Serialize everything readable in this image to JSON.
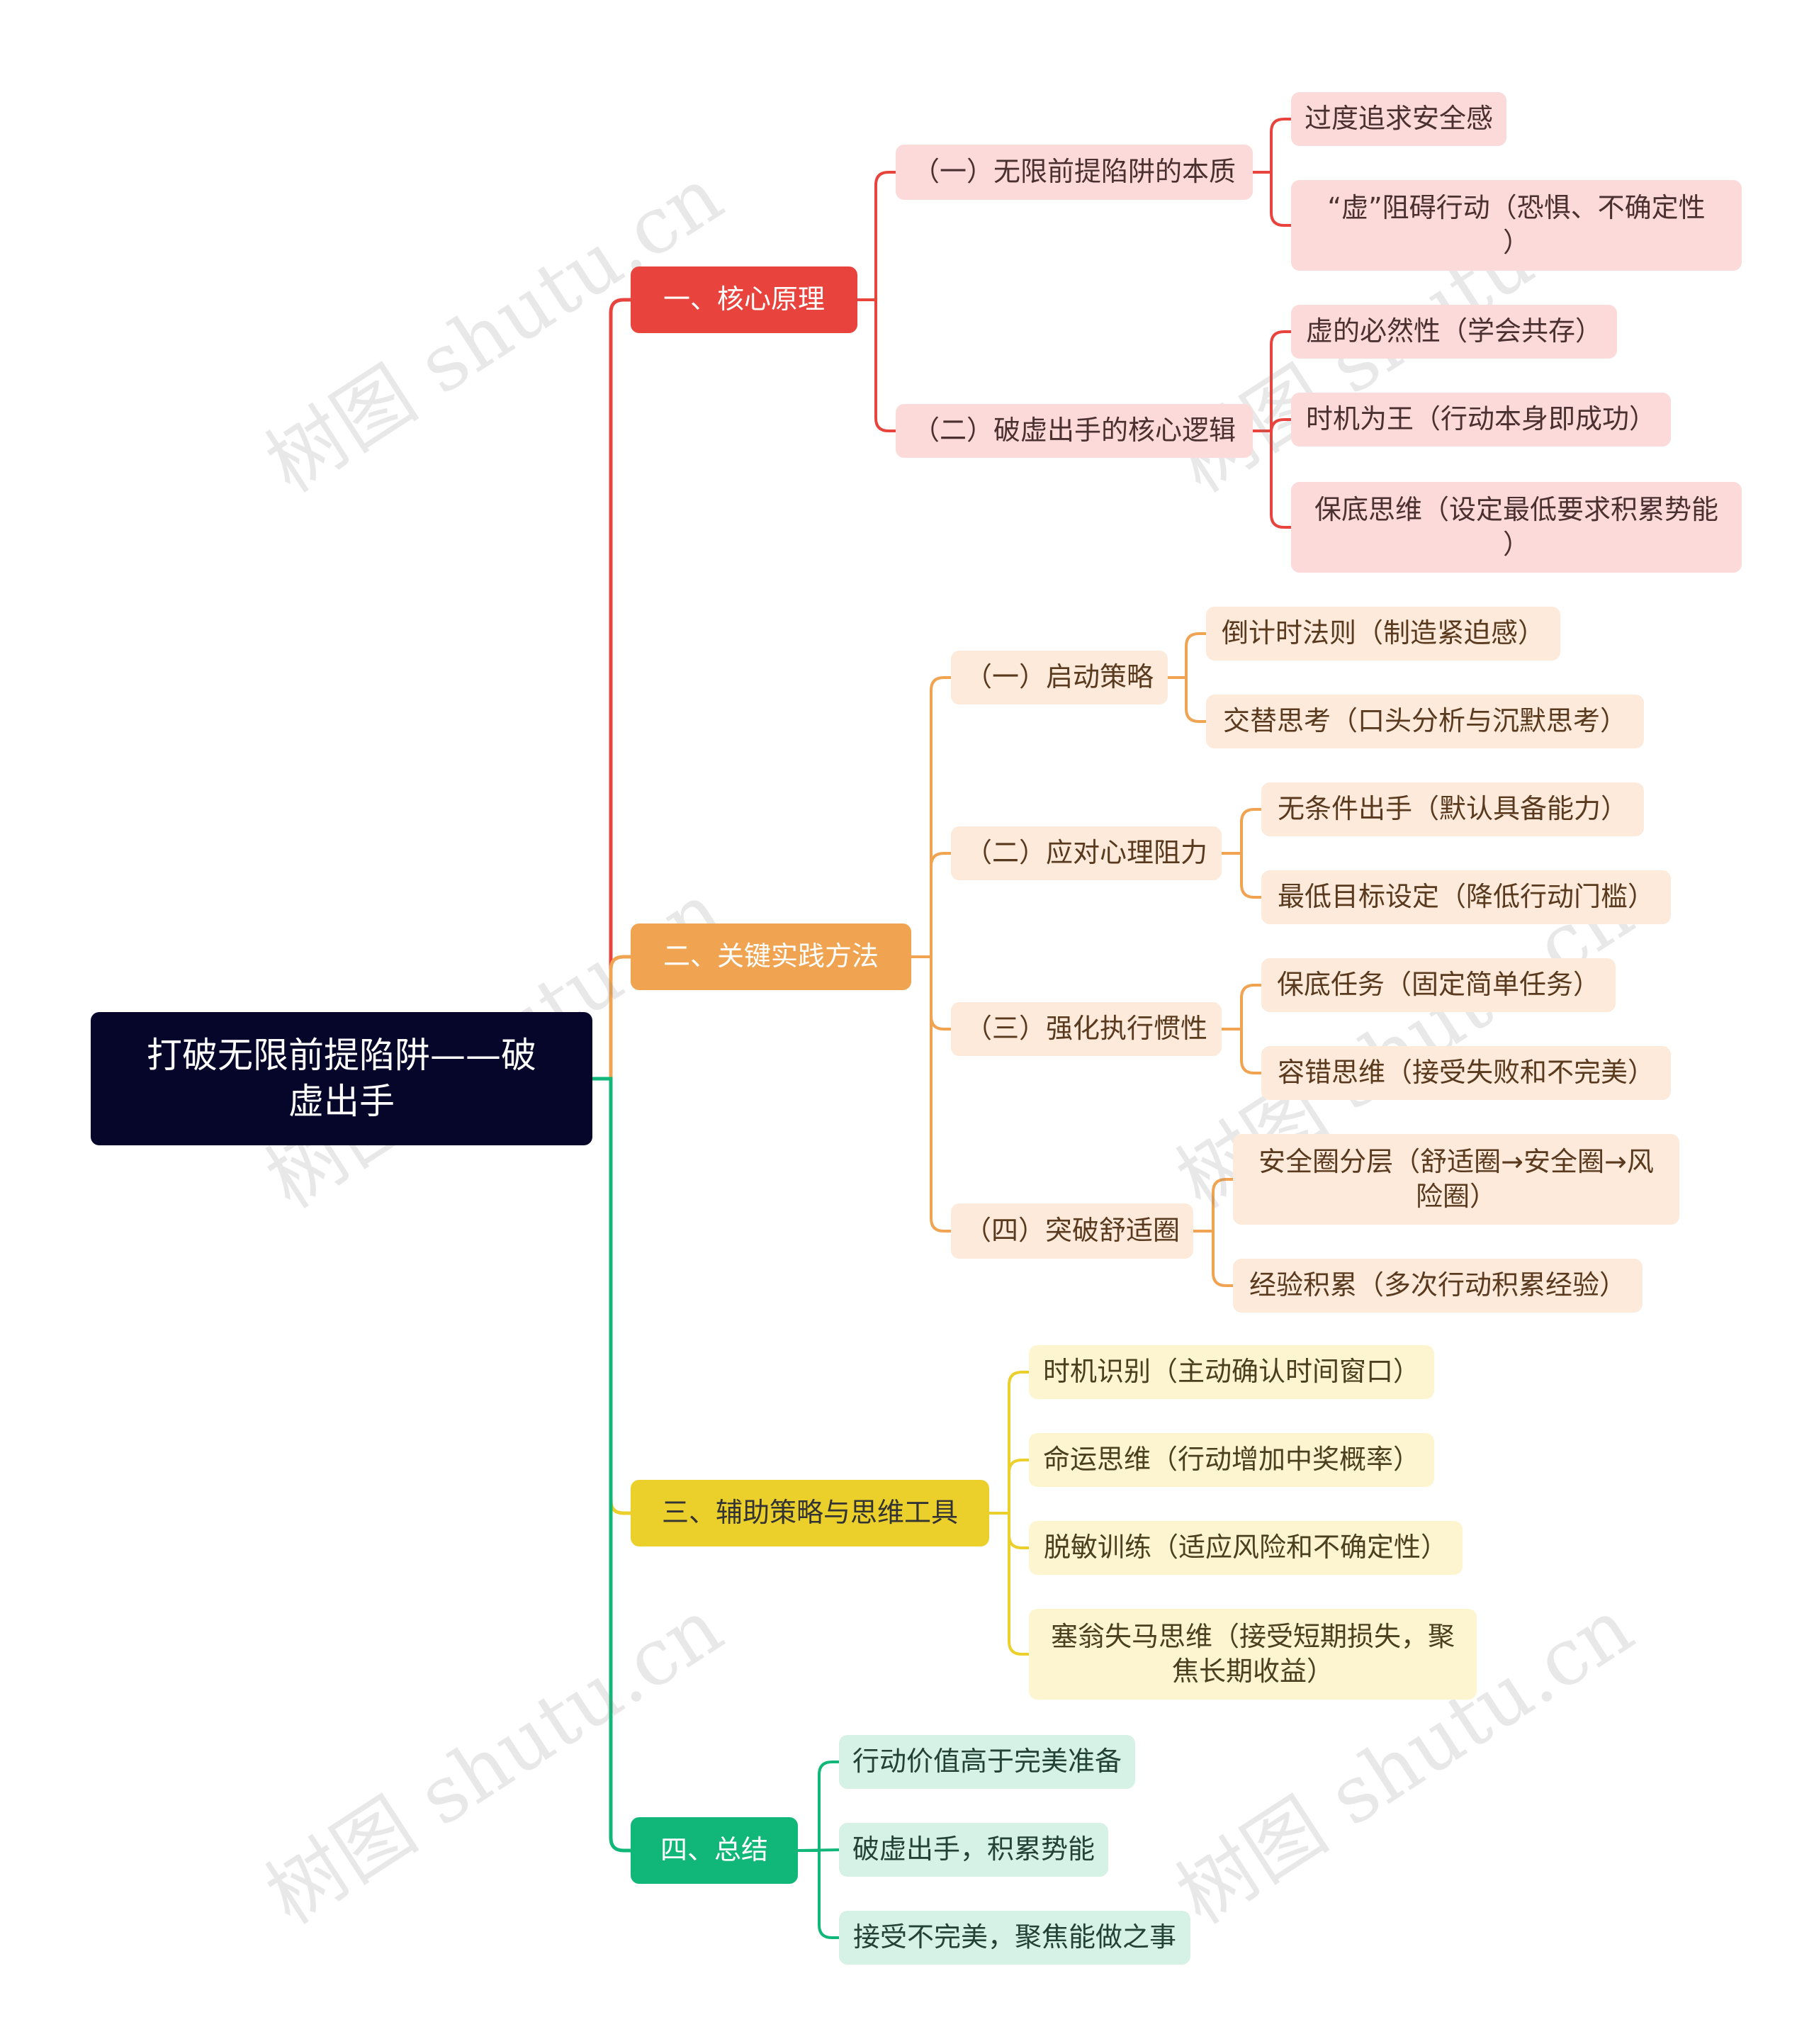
{
  "root": "打破无限前提陷阱——破\n虚出手",
  "watermark": "树图 shutu.cn",
  "colors": {
    "red": "#e8433d",
    "orange": "#f0a451",
    "yellow": "#ebd02c",
    "green": "#11b779"
  },
  "branches": [
    {
      "label": "一、核心原理",
      "subs": [
        {
          "label": "（一）无限前提陷阱的本质",
          "leaves": [
            "过度追求安全感",
            "“虚”阻碍行动（恐惧、不确定性\n）"
          ]
        },
        {
          "label": "（二）破虚出手的核心逻辑",
          "leaves": [
            "虚的必然性（学会共存）",
            "时机为王（行动本身即成功）",
            "保底思维（设定最低要求积累势能\n）"
          ]
        }
      ]
    },
    {
      "label": "二、关键实践方法",
      "subs": [
        {
          "label": "（一）启动策略",
          "leaves": [
            "倒计时法则（制造紧迫感）",
            "交替思考（口头分析与沉默思考）"
          ]
        },
        {
          "label": "（二）应对心理阻力",
          "leaves": [
            "无条件出手（默认具备能力）",
            "最低目标设定（降低行动门槛）"
          ]
        },
        {
          "label": "（三）强化执行惯性",
          "leaves": [
            "保底任务（固定简单任务）",
            "容错思维（接受失败和不完美）"
          ]
        },
        {
          "label": "（四）突破舒适圈",
          "leaves": [
            "安全圈分层（舒适圈→安全圈→风\n险圈）",
            "经验积累（多次行动积累经验）"
          ]
        }
      ]
    },
    {
      "label": "三、辅助策略与思维工具",
      "leaves": [
        "时机识别（主动确认时间窗口）",
        "命运思维（行动增加中奖概率）",
        "脱敏训练（适应风险和不确定性）",
        "塞翁失马思维（接受短期损失，聚\n焦长期收益）"
      ]
    },
    {
      "label": "四、总结",
      "leaves": [
        "行动价值高于完美准备",
        "破虚出手，积累势能",
        "接受不完美，聚焦能做之事"
      ]
    }
  ]
}
